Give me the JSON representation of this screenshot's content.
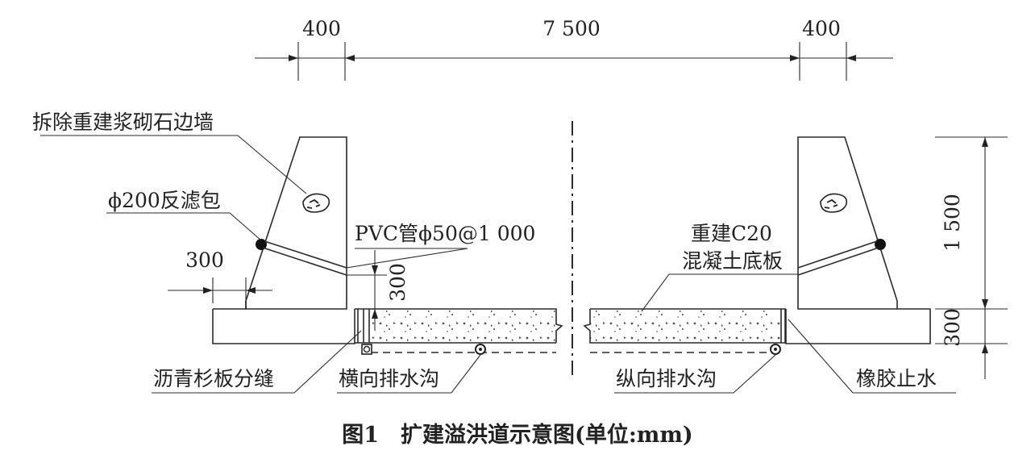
{
  "dimensions": {
    "left_wall_top": "400",
    "channel_width": "7 500",
    "right_wall_top": "400",
    "wall_height": "1 500",
    "slab_thickness": "300",
    "footing_offset": "300",
    "pipe_height": "300"
  },
  "labels": {
    "wall": "拆除重建浆砌石边墙",
    "filter": "ϕ200反滤包",
    "pvc_pipe": "PVC管ϕ50@1 000",
    "slab_line1": "重建C20",
    "slab_line2": "混凝土底板",
    "asphalt_joint": "沥青杉板分缝",
    "transverse_drain": "横向排水沟",
    "longitudinal_drain": "纵向排水沟",
    "rubber_waterstop": "橡胶止水"
  },
  "caption": "图1　扩建溢洪道示意图(单位:mm)"
}
